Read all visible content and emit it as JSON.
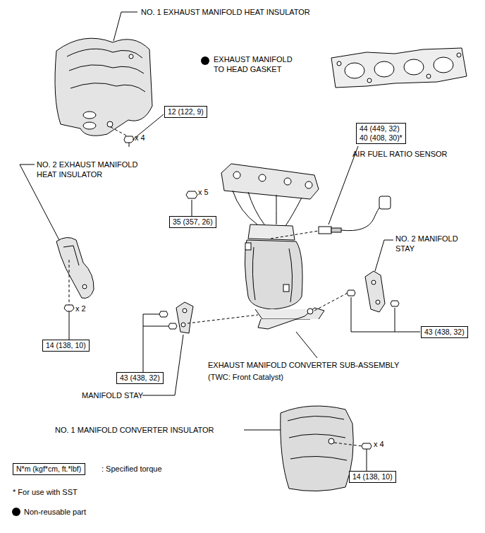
{
  "diagram": {
    "nodes": [
      {
        "text": [
          "12 (122, 9)"
        ]
      },
      {
        "text": [
          "44 (449, 32)",
          "40 (408, 30)*"
        ]
      },
      {
        "text": [
          "35 (357, 26)"
        ]
      },
      {
        "text": [
          "14 (138, 10)"
        ]
      },
      {
        "text": [
          "43 (438, 32)"
        ]
      },
      {
        "text": [
          "43 (438, 32)"
        ]
      },
      {
        "text": [
          "14 (138, 10)"
        ]
      },
      {
        "text": [
          "N*m (kgf*cm, ft.*lbf)"
        ]
      }
    ],
    "labels": [
      "NO. 1 EXHAUST MANIFOLD HEAT INSULATOR",
      "EXHAUST MANIFOLD TO HEAD GASKET",
      "x 4",
      "AIR FUEL RATIO SENSOR",
      "NO. 2 EXHAUST MANIFOLD HEAT INSULATOR",
      "x 5",
      "NO. 2 MANIFOLD STAY",
      "x 2",
      "EXHAUST MANIFOLD CONVERTER SUB-ASSEMBLY",
      "(TWC: Front Catalyst)",
      "MANIFOLD STAY",
      "NO. 1 MANIFOLD CONVERTER INSULATOR",
      "x 4",
      ": Specified torque",
      "* For use with SST"
    ],
    "legend": [
      {
        "text": "Non-reusable part"
      }
    ]
  }
}
